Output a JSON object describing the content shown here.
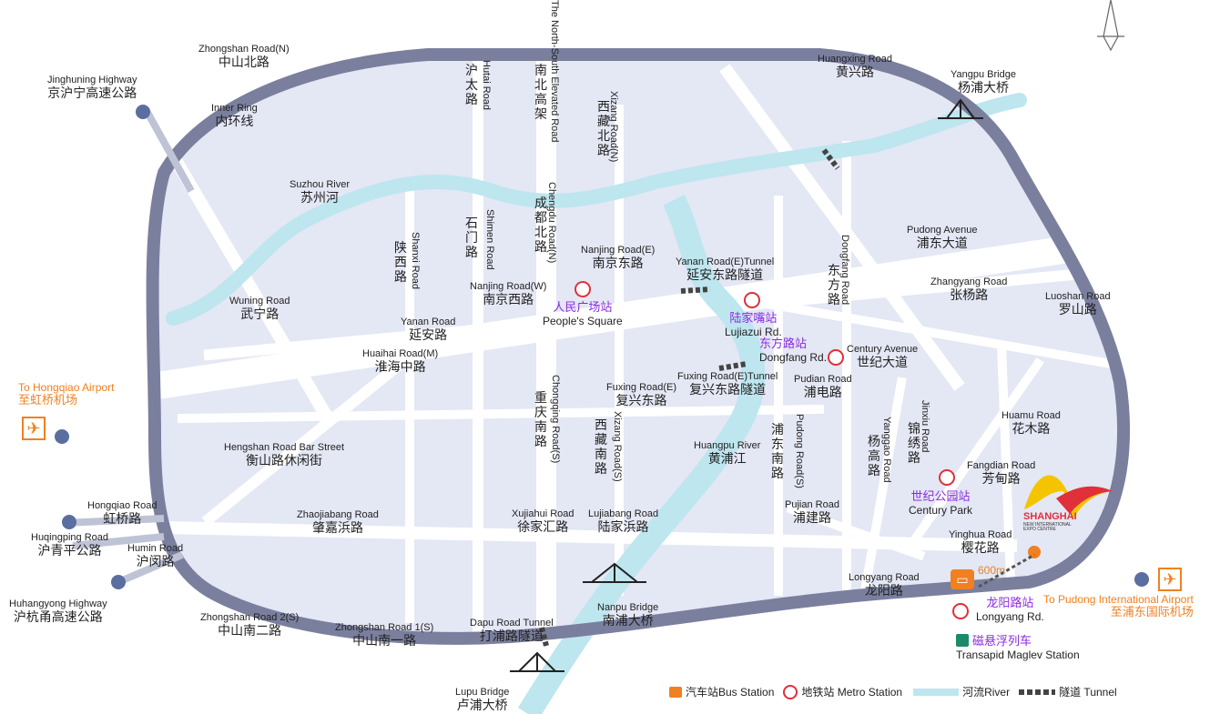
{
  "title_logo": {
    "word": "SHANGHAI",
    "sub1": "NEW INTERNATIONAL",
    "sub2": "EXPO CENTRE"
  },
  "labels": [
    {
      "id": "zhongshan-n",
      "en": "Zhongshan Road(N)",
      "zh": "中山北路"
    },
    {
      "id": "jinghuning",
      "en": "Jinghuning Highway",
      "zh": "京沪宁高速公路"
    },
    {
      "id": "inner-ring",
      "en": "Inner Ring",
      "zh": "内环线"
    },
    {
      "id": "suzhou-river",
      "en": "Suzhou River",
      "zh": "苏州河"
    },
    {
      "id": "wuning",
      "en": "Wuning Road",
      "zh": "武宁路"
    },
    {
      "id": "yanan",
      "en": "Yanan Road",
      "zh": "延安路"
    },
    {
      "id": "huaihai",
      "en": "Huaihai Road(M)",
      "zh": "淮海中路"
    },
    {
      "id": "hengshan",
      "en": "Hengshan Road Bar Street",
      "zh": "衡山路休闲街"
    },
    {
      "id": "hongqiao-road",
      "en": "Hongqiao Road",
      "zh": "虹桥路"
    },
    {
      "id": "huqingping",
      "en": "Huqingping Road",
      "zh": "沪青平公路"
    },
    {
      "id": "humin",
      "en": "Humin Road",
      "zh": "沪闵路"
    },
    {
      "id": "huhangyong",
      "en": "Huhangyong Highway",
      "zh": "沪杭甬高速公路"
    },
    {
      "id": "zhongshan-s2",
      "en": "Zhongshan Road 2(S)",
      "zh": "中山南二路"
    },
    {
      "id": "zhongshan-s1",
      "en": "Zhongshan Road 1(S)",
      "zh": "中山南一路"
    },
    {
      "id": "zhaojiabang",
      "en": "Zhaojiabang Road",
      "zh": "肇嘉浜路"
    },
    {
      "id": "xujiahui",
      "en": "Xujiahui Road",
      "zh": "徐家汇路"
    },
    {
      "id": "lujiabang",
      "en": "Lujiabang Road",
      "zh": "陆家浜路"
    },
    {
      "id": "dapu",
      "en": "Dapu Road Tunnel",
      "zh": "打浦路隧道"
    },
    {
      "id": "lupu",
      "en": "Lupu Bridge",
      "zh": "卢浦大桥"
    },
    {
      "id": "nanpu",
      "en": "Nanpu Bridge",
      "zh": "南浦大桥"
    },
    {
      "id": "nanjing-w",
      "en": "Nanjing Road(W)",
      "zh": "南京西路"
    },
    {
      "id": "nanjing-e",
      "en": "Nanjing Road(E)",
      "zh": "南京东路"
    },
    {
      "id": "yanan-tunnel",
      "en": "Yanan Road(E)Tunnel",
      "zh": "延安东路隧道"
    },
    {
      "id": "fuxing-e",
      "en": "Fuxing Road(E)",
      "zh": "复兴东路"
    },
    {
      "id": "fuxing-tunnel",
      "en": "Fuxing Road(E)Tunnel",
      "zh": "复兴东路隧道"
    },
    {
      "id": "huangpu-river",
      "en": "Huangpu River",
      "zh": "黄浦江"
    },
    {
      "id": "huangxing",
      "en": "Huangxing Road",
      "zh": "黄兴路"
    },
    {
      "id": "yangpu",
      "en": "Yangpu Bridge",
      "zh": "杨浦大桥"
    },
    {
      "id": "pudong-ave",
      "en": "Pudong Avenue",
      "zh": "浦东大道"
    },
    {
      "id": "zhangyang",
      "en": "Zhangyang Road",
      "zh": "张杨路"
    },
    {
      "id": "luoshan",
      "en": "Luoshan Road",
      "zh": "罗山路"
    },
    {
      "id": "century-ave",
      "en": "Century Avenue",
      "zh": "世纪大道"
    },
    {
      "id": "pudian",
      "en": "Pudian Road",
      "zh": "浦电路"
    },
    {
      "id": "huamu",
      "en": "Huamu Road",
      "zh": "花木路"
    },
    {
      "id": "fangdian",
      "en": "Fangdian Road",
      "zh": "芳甸路"
    },
    {
      "id": "pujian",
      "en": "Pujian Road",
      "zh": "浦建路"
    },
    {
      "id": "yinghua",
      "en": "Yinghua Road",
      "zh": "樱花路"
    },
    {
      "id": "longyang-road",
      "en": "Longyang Road",
      "zh": "龙阳路"
    }
  ],
  "vertical_labels": [
    {
      "id": "north-south",
      "en": "The North-South Elevated Road",
      "zh": "南北高架"
    },
    {
      "id": "hutai",
      "en": "Hutai Road",
      "zh": "沪太路"
    },
    {
      "id": "xizang-n",
      "en": "Xizang Road(N)",
      "zh": "西藏北路"
    },
    {
      "id": "shimen",
      "en": "Shimen Road",
      "zh": "石门路"
    },
    {
      "id": "chengdu",
      "en": "Chengdu Road(N)",
      "zh": "成都北路"
    },
    {
      "id": "shanxi",
      "en": "Shanxi Road",
      "zh": "陕西路"
    },
    {
      "id": "chongqing",
      "en": "Chongqing Road(S)",
      "zh": "重庆南路"
    },
    {
      "id": "xizang-s",
      "en": "Xizang Road(S)",
      "zh": "西藏南路"
    },
    {
      "id": "dongfang",
      "en": "Dongfang Road",
      "zh": "东方路"
    },
    {
      "id": "pudong-road",
      "en": "Pudong Road(S)",
      "zh": "浦东南路"
    },
    {
      "id": "yanggao",
      "en": "Yanggao Road",
      "zh": "杨高路"
    },
    {
      "id": "jinxiu",
      "en": "Jinxiu Road",
      "zh": "锦绣路"
    }
  ],
  "stations": [
    {
      "id": "peoples-square",
      "zh": "人民广场站",
      "en": "People's Square"
    },
    {
      "id": "lujiazui",
      "zh": "陆家嘴站",
      "en": "Lujiazui Rd."
    },
    {
      "id": "dongfang-rd",
      "zh": "东方路站",
      "en": "Dongfang Rd."
    },
    {
      "id": "century-park",
      "zh": "世纪公园站",
      "en": "Century Park"
    },
    {
      "id": "longyang-st",
      "zh": "龙阳路站",
      "en": "Longyang Rd."
    },
    {
      "id": "maglev",
      "zh": "磁悬浮列车",
      "en": "Transapid Maglev Station"
    }
  ],
  "airports": {
    "hongqiao": {
      "en": "To Hongqiao Airport",
      "zh": "至虹桥机场"
    },
    "pudong": {
      "en": "To Pudong International Airport",
      "zh": "至浦东国际机场"
    }
  },
  "distance": "600m",
  "legend": {
    "bus": "汽车站Bus Station",
    "metro": "地铁站 Metro Station",
    "river": "河流River",
    "tunnel": "隧道 Tunnel"
  },
  "colors": {
    "ring": "#7a7f9e",
    "block": "#e4e7f4",
    "road": "#ffffff",
    "river": "#bde6ef",
    "metro": "#e0303a",
    "accent": "#f08020",
    "station_text": "#8a2be2"
  }
}
